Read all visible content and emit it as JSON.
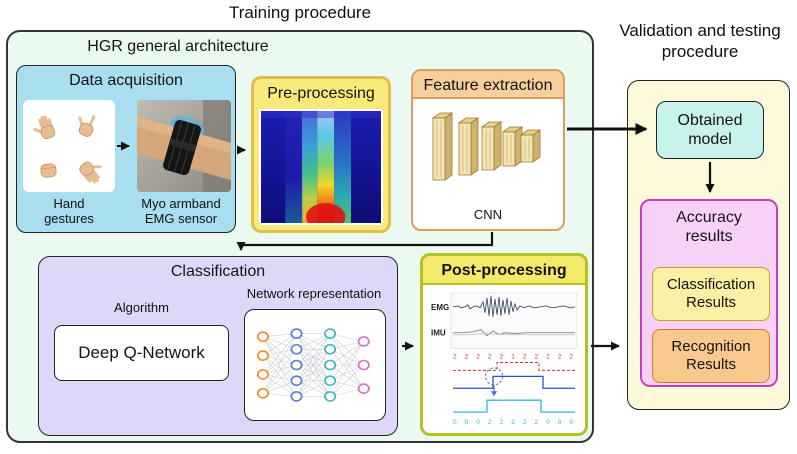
{
  "titles": {
    "training": "Training procedure",
    "validation": "Validation and testing procedure",
    "architecture": "HGR general architecture"
  },
  "data_acquisition": {
    "title": "Data acquisition",
    "hand_gestures_label": "Hand gestures",
    "sensor_label": "Myo armband EMG sensor"
  },
  "preprocessing": {
    "title": "Pre-processing"
  },
  "feature_extraction": {
    "title": "Feature extraction",
    "cnn_label": "CNN"
  },
  "classification": {
    "title": "Classification",
    "algorithm_label": "Algorithm",
    "algorithm_name": "Deep Q-Network",
    "network_label": "Network representation",
    "network": {
      "layers": [
        {
          "nodes": 4,
          "color": "#ef8b2e"
        },
        {
          "nodes": 5,
          "color": "#5a7ec9"
        },
        {
          "nodes": 5,
          "color": "#3fb4c9"
        },
        {
          "nodes": 3,
          "color": "#d973c9"
        }
      ]
    }
  },
  "post_processing": {
    "title": "Post-processing",
    "emg_label": "EMG",
    "imu_label": "IMU",
    "red_sequence": "2 2 2 2 2 1 2 2 2 2 2",
    "cyan_sequence": "0 0 0 2 2 2 2 2 0 0 0"
  },
  "validation": {
    "obtained_model_label": "Obtained model",
    "accuracy_results_label": "Accuracy results",
    "classification_results_label": "Classification Results",
    "recognition_results_label": "Recognition Results"
  },
  "colors": {
    "outer_bg": "#eafaf0",
    "data_acquisition_bg": "#a9def0",
    "preprocessing_header": "#f8e97b",
    "preprocessing_border": "#dcbf4e",
    "feature_header": "#f6cf9c",
    "classification_bg": "#ded8f8",
    "postprocessing_header": "#f4ea6a",
    "postprocessing_border": "#b2c41c",
    "validation_bg": "#fcf9da",
    "obtained_model_bg": "#c8f2ec",
    "accuracy_bg": "#f8d2f6",
    "accuracy_border": "#c040c0",
    "classification_results_bg": "#f8f0a2",
    "recognition_results_bg": "#f8c88c"
  }
}
